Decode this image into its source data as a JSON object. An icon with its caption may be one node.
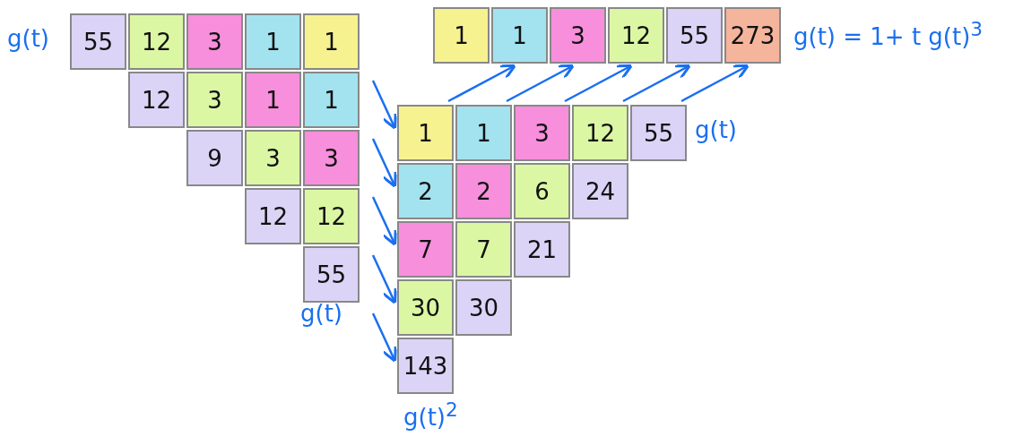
{
  "diagram": {
    "nodes": [
      {
        "text": [
          "55"
        ]
      },
      {
        "text": [
          "12"
        ]
      },
      {
        "text": [
          "3"
        ]
      },
      {
        "text": [
          "1"
        ]
      },
      {
        "text": [
          "1"
        ]
      },
      {
        "text": [
          "12"
        ]
      },
      {
        "text": [
          "3"
        ]
      },
      {
        "text": [
          "1"
        ]
      },
      {
        "text": [
          "1"
        ]
      },
      {
        "text": [
          "9"
        ]
      },
      {
        "text": [
          "3"
        ]
      },
      {
        "text": [
          "3"
        ]
      },
      {
        "text": [
          "12"
        ]
      },
      {
        "text": [
          "12"
        ]
      },
      {
        "text": [
          "55"
        ]
      },
      {
        "text": [
          "1"
        ]
      },
      {
        "text": [
          "1"
        ]
      },
      {
        "text": [
          "3"
        ]
      },
      {
        "text": [
          "12"
        ]
      },
      {
        "text": [
          "55"
        ]
      },
      {
        "text": [
          "273"
        ]
      },
      {
        "text": [
          "1"
        ]
      },
      {
        "text": [
          "1"
        ]
      },
      {
        "text": [
          "3"
        ]
      },
      {
        "text": [
          "12"
        ]
      },
      {
        "text": [
          "55"
        ]
      },
      {
        "text": [
          "2"
        ]
      },
      {
        "text": [
          "2"
        ]
      },
      {
        "text": [
          "6"
        ]
      },
      {
        "text": [
          "24"
        ]
      },
      {
        "text": [
          "7"
        ]
      },
      {
        "text": [
          "7"
        ]
      },
      {
        "text": [
          "21"
        ]
      },
      {
        "text": [
          "30"
        ]
      },
      {
        "text": [
          "30"
        ]
      },
      {
        "text": [
          "143"
        ]
      }
    ],
    "edges": [
      {
        "from": null,
        "to": 21,
        "arrow": "to"
      },
      {
        "from": null,
        "to": 26,
        "arrow": "to"
      },
      {
        "from": null,
        "to": 30,
        "arrow": "to"
      },
      {
        "from": null,
        "to": 33,
        "arrow": "to"
      },
      {
        "from": null,
        "to": 35,
        "arrow": "to"
      },
      {
        "from": 21,
        "to": 16,
        "arrow": "to"
      },
      {
        "from": 22,
        "to": 17,
        "arrow": "to"
      },
      {
        "from": 23,
        "to": 18,
        "arrow": "to"
      },
      {
        "from": 24,
        "to": 19,
        "arrow": "to"
      },
      {
        "from": 25,
        "to": 20,
        "arrow": "to"
      }
    ],
    "labels": [
      "g(t)",
      "g(t) = 1+ t g(t)$^{3}$",
      "g(t)",
      "g(t)",
      "g(t)$^{2}$"
    ]
  }
}
